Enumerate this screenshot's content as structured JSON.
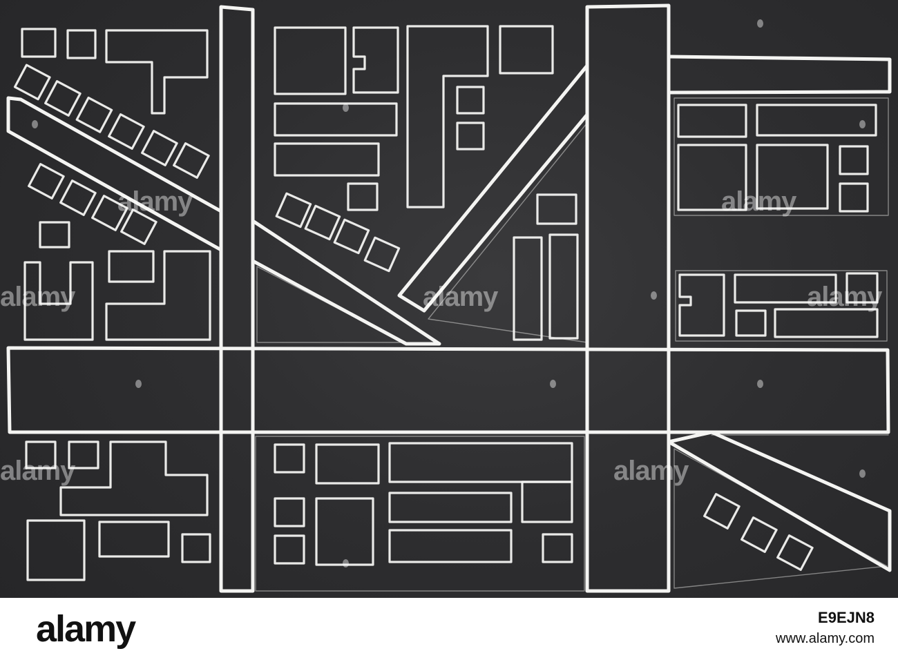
{
  "map": {
    "style": "chalk-on-blackboard street plan",
    "background_color": "#2e2e30",
    "chalk_color": "#f4f4f2"
  },
  "watermark": {
    "text": "alamy"
  },
  "footer": {
    "logo": "alamy",
    "image_id": "E9EJN8",
    "url": "www.alamy.com"
  }
}
